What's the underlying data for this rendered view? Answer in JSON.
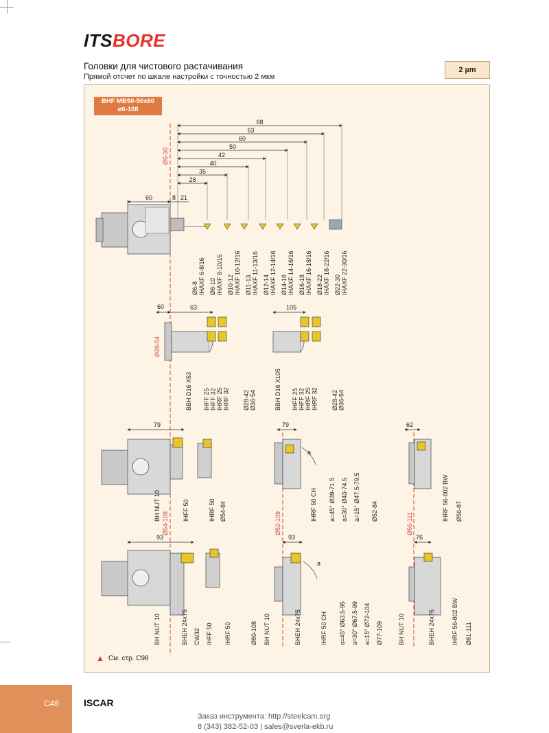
{
  "header": {
    "logo_its": "ITS",
    "logo_bore": "BORE",
    "title": "Головки для чистового растачивания",
    "subtitle": "Прямой отсчет по шкале настройки с точностью 2 мкм",
    "badge": "2 µm"
  },
  "tag": {
    "line1": "BHF MB50-50x60",
    "line2": "ø6-108"
  },
  "section1": {
    "range": "Ø6-30",
    "dims": [
      "68",
      "63",
      "60",
      "50",
      "42",
      "40",
      "35",
      "28"
    ],
    "dim_60": "60",
    "dim_8": "8",
    "dim_21": "21",
    "tools": [
      {
        "d": "Ø6-8",
        "code": "IHAXF 6-8/16"
      },
      {
        "d": "Ø8-10",
        "code": "IHAXF 8-10/16"
      },
      {
        "d": "Ø10-12",
        "code": "IHAXF 10-12/16"
      },
      {
        "d": "Ø11-13",
        "code": "IHAXF 11-13/16"
      },
      {
        "d": "Ø12-14",
        "code": "IHAXF 12-14/16"
      },
      {
        "d": "Ø14-16",
        "code": "IHAXF 14-16/16"
      },
      {
        "d": "Ø16-18",
        "code": "IHAXF 16-18/16"
      },
      {
        "d": "Ø18-22",
        "code": "IHAXF 18-22/16"
      },
      {
        "d": "Ø22-30",
        "code": "IHAXF 22-30/16"
      }
    ]
  },
  "section2": {
    "range": "Ø28-54",
    "dim_60": "60",
    "left": {
      "dim": "63",
      "bar": "BBH D16  X53",
      "labels": [
        "IHFF 25",
        "IHFF 32",
        "IHRF 25",
        "IHRF 32",
        "Ø28-42",
        "Ø36-54"
      ]
    },
    "right": {
      "dim": "105",
      "bar": "BBH D16  X105",
      "labels": [
        "IHFF 25",
        "IHFF 32",
        "IHRF 25",
        "IHRF 32",
        "Ø28-42",
        "Ø36-54"
      ]
    }
  },
  "section3": {
    "range_a": "Ø54-108",
    "range_b": "Ø52-109",
    "range_c": "Ø56-111",
    "a": {
      "dim": "79",
      "labels": [
        "BH NUT 10",
        "IHFF 50",
        "IHRF 50",
        "Ø54-84"
      ]
    },
    "b": {
      "dim": "79",
      "angle": "a",
      "labels": [
        "IHRF 50 CH",
        "a=45°  Ø39-71.5",
        "a=30°  Ø43-74.5",
        "a=15°  Ø47.5-79.5",
        "Ø52-84"
      ]
    },
    "c": {
      "dim": "62",
      "labels": [
        "IHRF 56-802 BW",
        "Ø56-87"
      ]
    }
  },
  "section4": {
    "a": {
      "dim": "93",
      "labels": [
        "BH NUT 10",
        "BHEH 24x75",
        "CW32",
        "IHFF 50",
        "IHRF 50",
        "Ø80-108"
      ]
    },
    "b": {
      "dim": "93",
      "angle": "a",
      "labels": [
        "BH NUT 10",
        "BHEH 24x75",
        "IHRF 50 CH",
        "a=45°  Ø63.5-95",
        "a=30°  Ø67.5-99",
        "a=15°  Ø72-104",
        "Ø77-109"
      ]
    },
    "c": {
      "dim": "76",
      "labels": [
        "BH NUT 10",
        "BHEH 24x75",
        "IHRF 56-802 BW",
        "Ø81-111"
      ]
    }
  },
  "note": "См. стр. C98",
  "footer": {
    "page": "C46",
    "brand": "ISCAR",
    "order": "Заказ инструмента: http://steelcam.org",
    "contact": "8 (343) 382-52-03  |  sales@sverla-ekb.ru"
  },
  "colors": {
    "panel": "#fdf4e6",
    "tag": "#df7a42",
    "accent_red": "#e4322b",
    "insert": "#e8c62a",
    "footer_tab": "#e0915a"
  }
}
